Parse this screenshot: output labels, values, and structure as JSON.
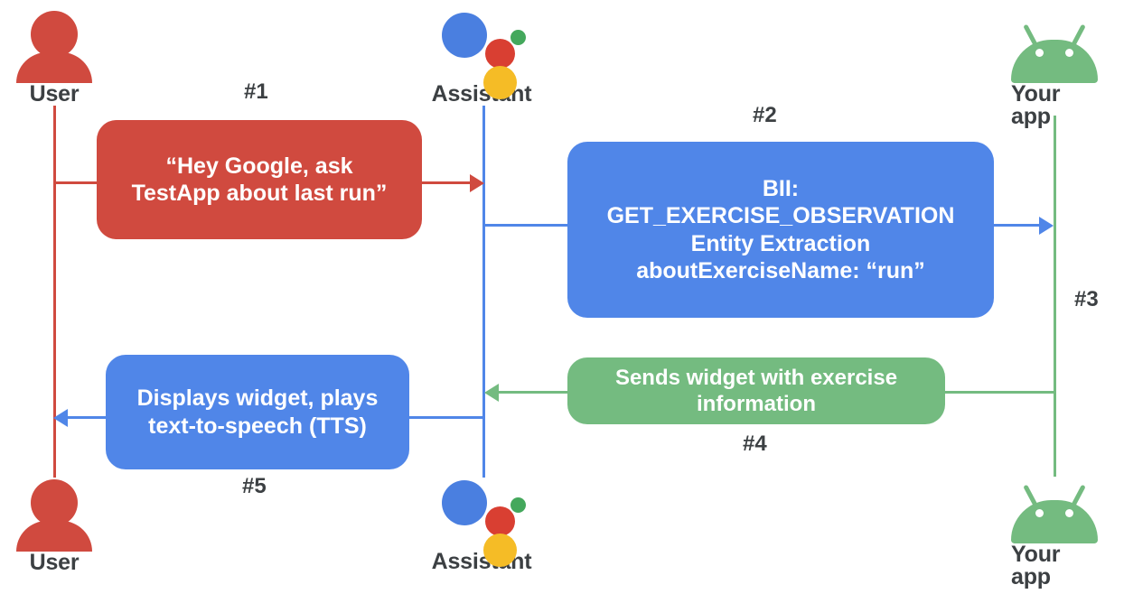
{
  "diagram": {
    "title": "Google Assistant App Actions sequence diagram",
    "colors": {
      "red": "#d04a3f",
      "blue": "#5086e8",
      "green": "#74bb80",
      "text_dark": "#3c4043",
      "background": "#ffffff"
    },
    "actors": {
      "user_top": {
        "label": "User",
        "icon": "person-icon"
      },
      "assistant_top": {
        "label": "Assistant",
        "icon": "google-assistant-icon"
      },
      "app_top": {
        "label": "Your app",
        "icon": "android-robot-icon"
      },
      "user_bottom": {
        "label": "User",
        "icon": "person-icon"
      },
      "assistant_bottom": {
        "label": "Assistant",
        "icon": "google-assistant-icon"
      },
      "app_bottom": {
        "label": "Your app",
        "icon": "android-robot-icon"
      }
    },
    "steps": [
      {
        "number": "#1",
        "color": "red",
        "lines": [
          "“Hey Google, ask",
          "TestApp about last run”"
        ],
        "from": "User",
        "to": "Assistant"
      },
      {
        "number": "#2",
        "color": "blue",
        "lines": [
          "BII:",
          "GET_EXERCISE_OBSERVATION",
          "Entity Extraction",
          "aboutExerciseName: “run”"
        ],
        "from": "Assistant",
        "to": "Your app"
      },
      {
        "number": "#3",
        "color": "green",
        "lines": [],
        "from": "Your app",
        "to": "Your app"
      },
      {
        "number": "#4",
        "color": "green",
        "lines": [
          "Sends widget with exercise",
          "information"
        ],
        "from": "Your app",
        "to": "Assistant"
      },
      {
        "number": "#5",
        "color": "blue",
        "lines": [
          "Displays widget, plays",
          "text-to-speech (TTS)"
        ],
        "from": "Assistant",
        "to": "User"
      }
    ]
  }
}
